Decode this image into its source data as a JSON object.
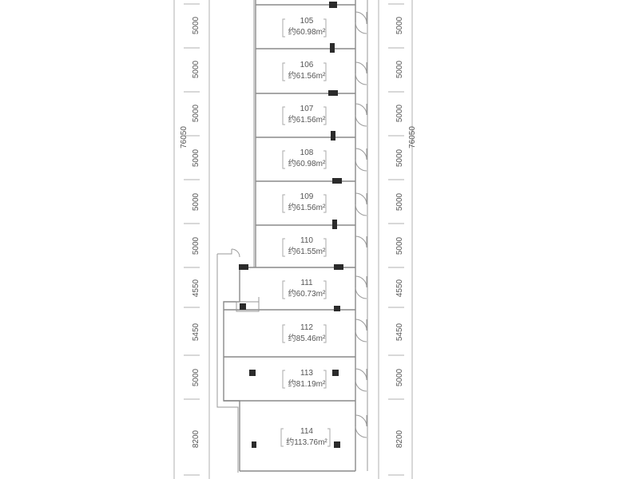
{
  "units": [
    {
      "no": "105",
      "area": "约60.98m²"
    },
    {
      "no": "106",
      "area": "约61.56m²"
    },
    {
      "no": "107",
      "area": "约61.56m²"
    },
    {
      "no": "108",
      "area": "约60.98m²"
    },
    {
      "no": "109",
      "area": "约61.56m²"
    },
    {
      "no": "110",
      "area": "约61.55m²"
    },
    {
      "no": "111",
      "area": "约60.73m²"
    },
    {
      "no": "112",
      "area": "约85.46m²"
    },
    {
      "no": "113",
      "area": "约81.19m²"
    },
    {
      "no": "114",
      "area": "约113.76m²"
    }
  ],
  "dimensions": {
    "total": "76050",
    "segments": [
      "5000",
      "5000",
      "5000",
      "5000",
      "5000",
      "5000",
      "4550",
      "5450",
      "5000",
      "8200"
    ]
  }
}
